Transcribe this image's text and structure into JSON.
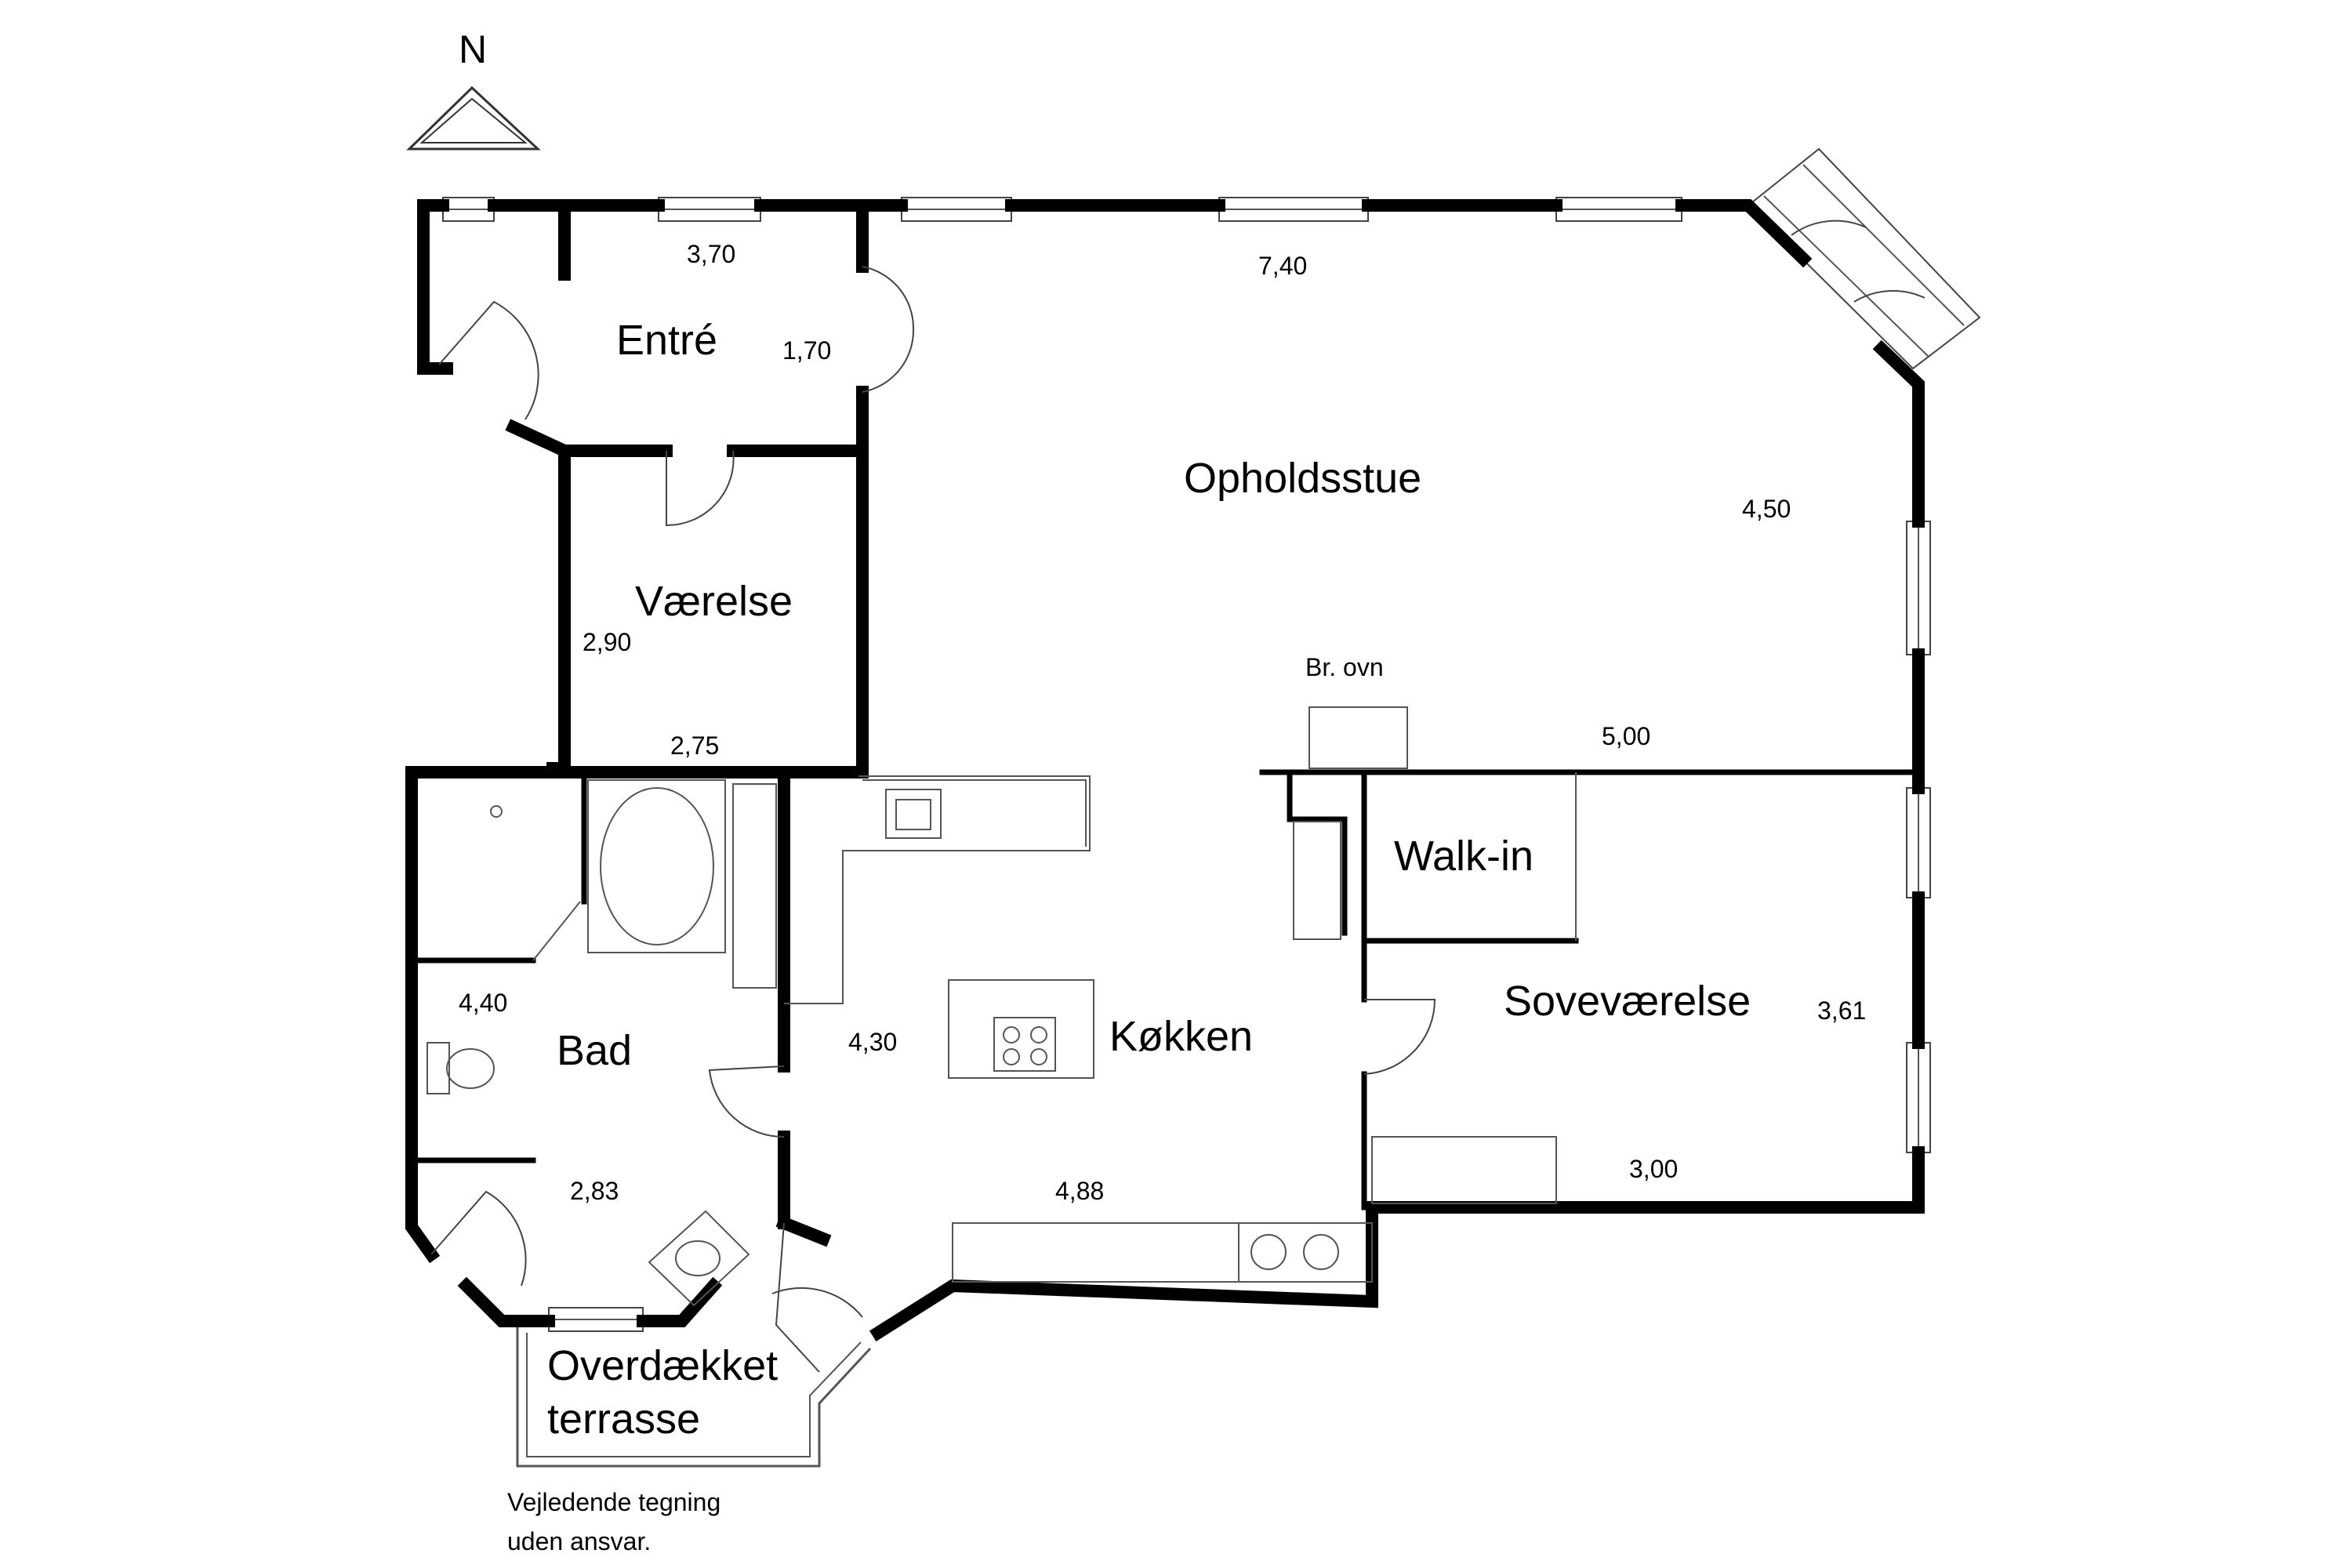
{
  "north": {
    "label": "N"
  },
  "rooms": {
    "entre": "Entré",
    "opholdsstue": "Opholdsstue",
    "vaerelse": "Værelse",
    "walkin": "Walk-in",
    "sovevaerelse": "Soveværelse",
    "bad": "Bad",
    "kokken": "Køkken",
    "terrasse_line1": "Overdækket",
    "terrasse_line2": "terrasse"
  },
  "labels": {
    "br_ovn": "Br. ovn"
  },
  "dimensions": {
    "entre_width": "3,70",
    "entre_depth": "1,70",
    "opholdsstue_width": "7,40",
    "opholdsstue_depth": "4,50",
    "vaerelse_depth": "2,90",
    "vaerelse_width": "2,75",
    "sovevaerelse_top": "5,00",
    "sovevaerelse_depth": "3,61",
    "sovevaerelse_width": "3,00",
    "bad_depth": "4,40",
    "bad_width": "2,83",
    "kokken_depth": "4,30",
    "kokken_width": "4,88"
  },
  "disclaimer": {
    "line1": "Vejledende tegning",
    "line2": "uden ansvar."
  }
}
